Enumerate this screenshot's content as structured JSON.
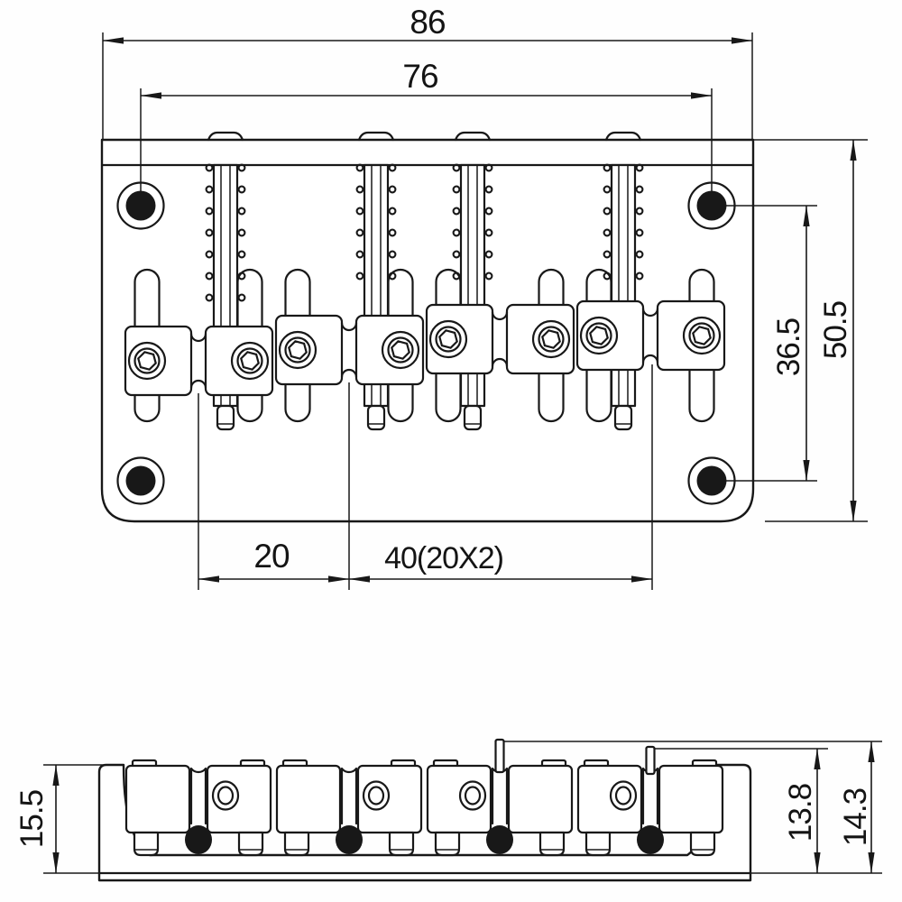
{
  "dimensions": {
    "overall_width": "86",
    "mounting_hole_span": "76",
    "overall_depth": "50.5",
    "mounting_hole_row_span": "36.5",
    "string_spacing": "20",
    "outer_string_span": "40(20X2)",
    "tail_flange_height": "15.5",
    "saddle_top_height": "13.8",
    "overall_height": "14.3"
  }
}
